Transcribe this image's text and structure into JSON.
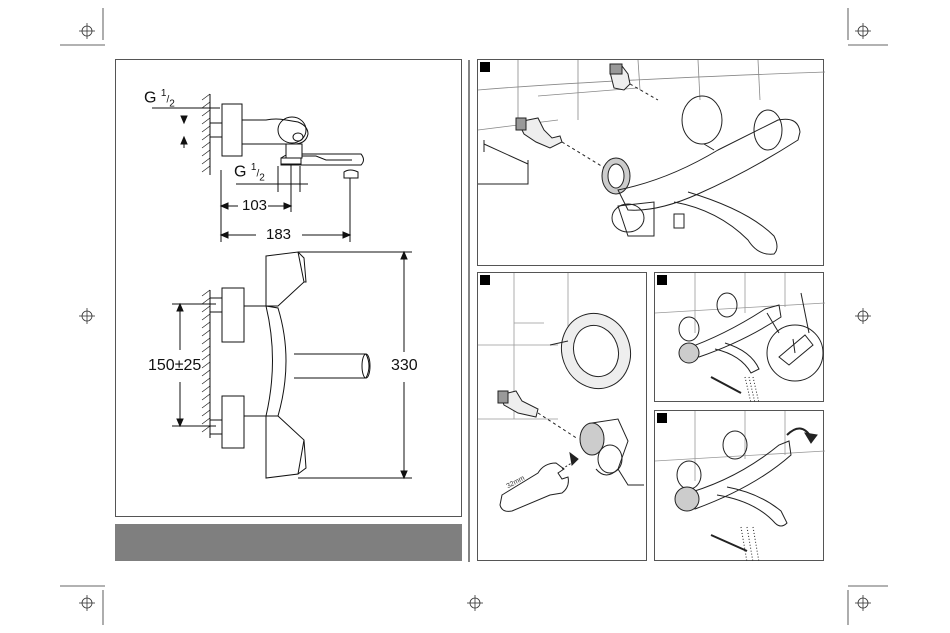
{
  "dimension_drawing": {
    "thread_top": "G",
    "thread_top_fraction_num": "1",
    "thread_top_fraction_den": "2",
    "thread_mid": "G",
    "thread_mid_fraction_num": "1",
    "thread_mid_fraction_den": "2",
    "dim_spout_inner": "103",
    "dim_spout_outer": "183",
    "dim_centers": "150±25",
    "dim_height": "330"
  },
  "install_step_2": {
    "wrench_label": "32mm"
  },
  "colors": {
    "gray_bar": "#7f7f7f",
    "frame": "#555555",
    "line": "#111111"
  }
}
